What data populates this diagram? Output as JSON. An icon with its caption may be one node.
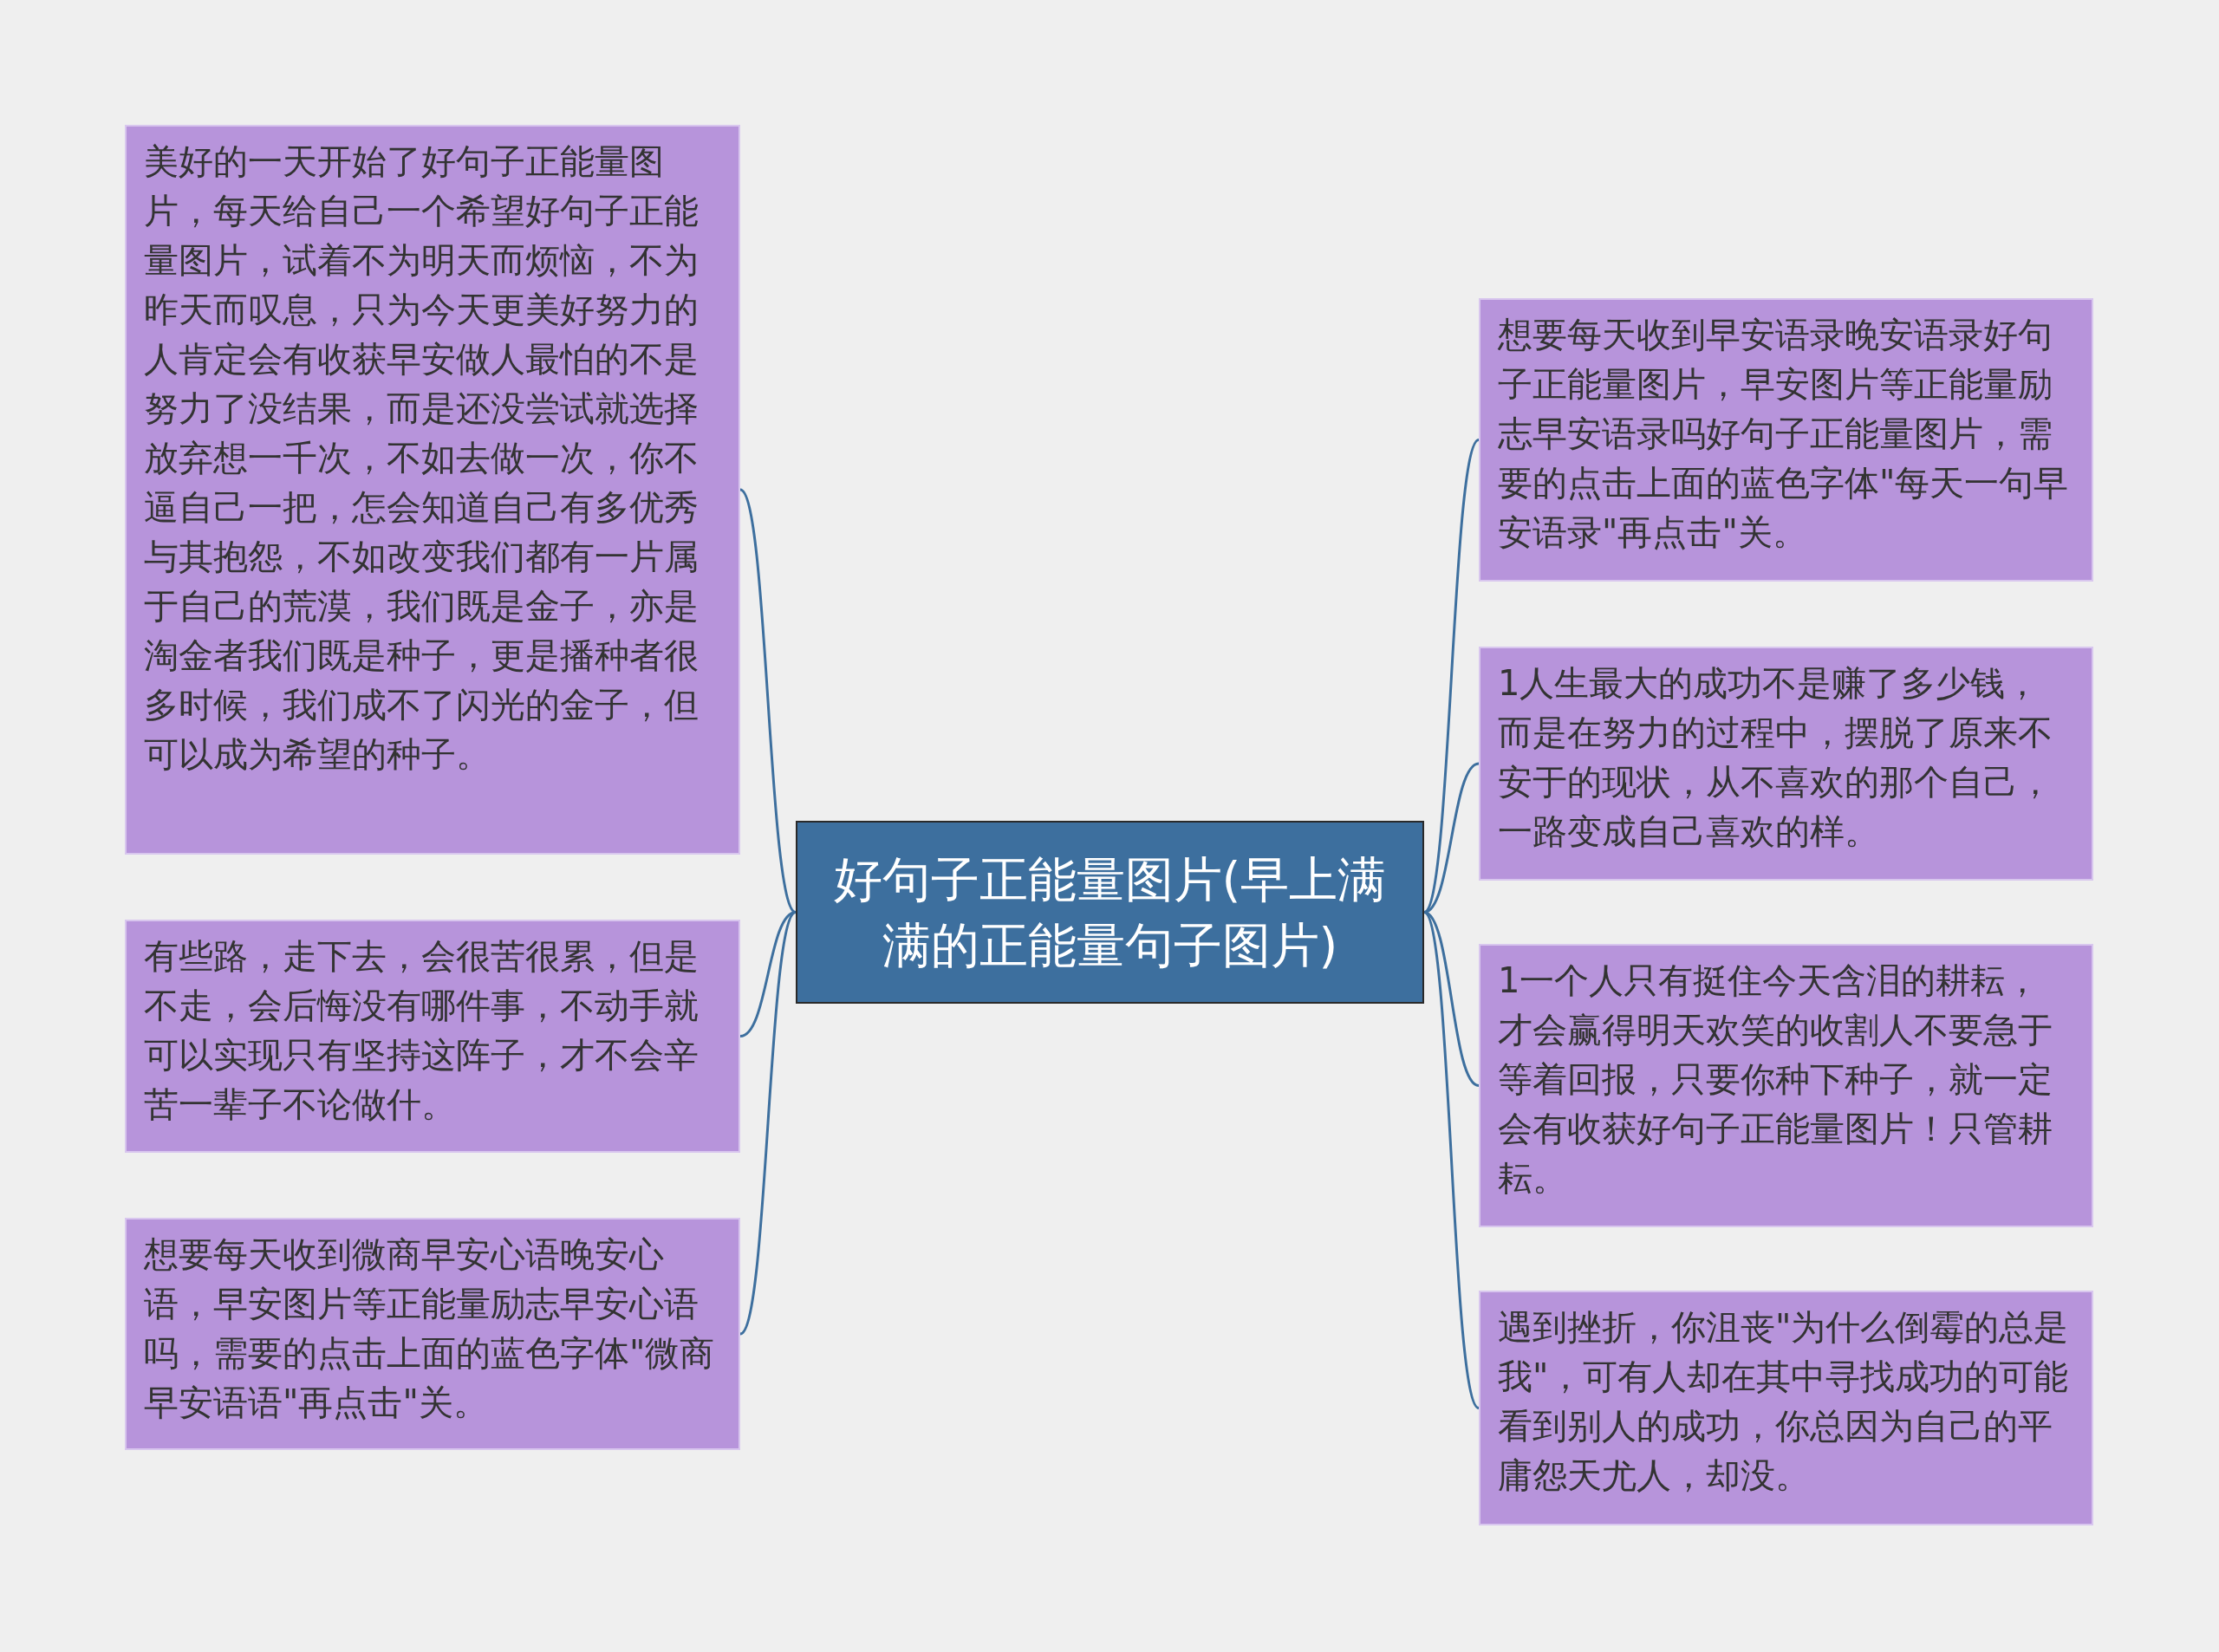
{
  "diagram": {
    "nodes": [
      {
        "text": [
          "好句子正能量图片(早上满满的正能量句子图片)"
        ]
      },
      {
        "text": [
          "美好的一天开始了好句子正能量图片，每天给自己一个希望好句子正能量图片，试着不为明天而烦恼，不为昨天而叹息，只为今天更美好努力的人肯定会有收获早安做人最怕的不是努力了没结果，而是还没尝试就选择放弃想一千次，不如去做一次，你不逼自己一把，怎会知道自己有多优秀与其抱怨，不如改变我们都有一片属于自己的荒漠，我们既是金子，亦是淘金者我们既是种子，更是播种者很多时候，我们成不了闪光的金子，但可以成为希望的种子。"
        ]
      },
      {
        "text": [
          "有些路，走下去，会很苦很累，但是不走，会后悔没有哪件事，不动手就可以实现只有坚持这阵子，才不会辛苦一辈子不论做什。"
        ]
      },
      {
        "text": [
          "想要每天收到微商早安心语晚安心语，早安图片等正能量励志早安心语吗，需要的点击上面的蓝色字体\"微商早安语语\"再点击\"关。"
        ]
      },
      {
        "text": [
          "想要每天收到早安语录晚安语录好句子正能量图片，早安图片等正能量励志早安语录吗好句子正能量图片，需要的点击上面的蓝色字体\"每天一句早安语录\"再点击\"关。"
        ]
      },
      {
        "text": [
          "1人生最大的成功不是赚了多少钱，而是在努力的过程中，摆脱了原来不安于的现状，从不喜欢的那个自己，一路变成自己喜欢的样。"
        ]
      },
      {
        "text": [
          "1一个人只有挺住今天含泪的耕耘，才会赢得明天欢笑的收割人不要急于等着回报，只要你种下种子，就一定会有收获好句子正能量图片！只管耕耘。"
        ]
      },
      {
        "text": [
          "遇到挫折，你沮丧\"为什么倒霉的总是我\"，可有人却在其中寻找成功的可能看到别人的成功，你总因为自己的平庸怨天尤人，却没。"
        ]
      }
    ],
    "edges": [
      {
        "from": 0,
        "to": 1,
        "arrow": "none"
      },
      {
        "from": 0,
        "to": 2,
        "arrow": "none"
      },
      {
        "from": 0,
        "to": 3,
        "arrow": "none"
      },
      {
        "from": 0,
        "to": 4,
        "arrow": "none"
      },
      {
        "from": 0,
        "to": 5,
        "arrow": "none"
      },
      {
        "from": 0,
        "to": 6,
        "arrow": "none"
      },
      {
        "from": 0,
        "to": 7,
        "arrow": "none"
      }
    ]
  }
}
